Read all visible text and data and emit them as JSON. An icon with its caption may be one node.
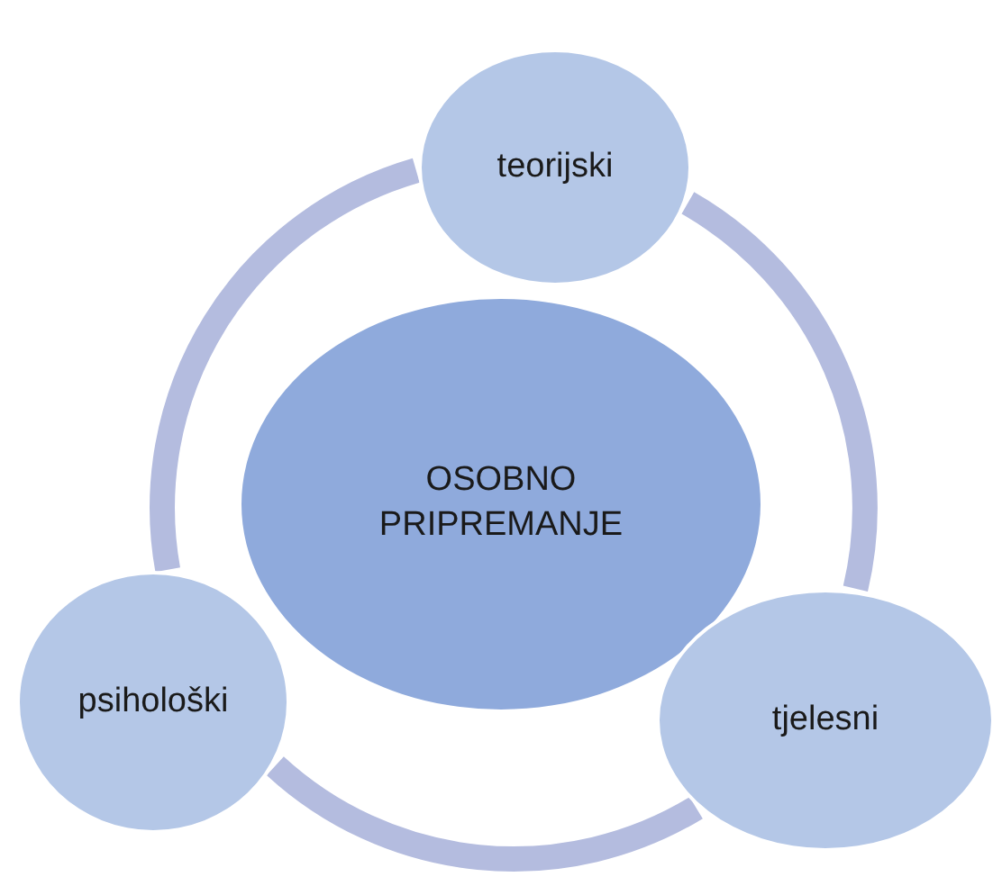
{
  "diagram": {
    "nodes": [
      {
        "text": [
          "teorijski"
        ]
      },
      {
        "text": [
          "OSOBNO PRIPREMANJE"
        ]
      },
      {
        "text": [
          "psihološki"
        ]
      },
      {
        "text": [
          "tjelesni"
        ]
      }
    ],
    "edges": [
      {
        "from": 0,
        "to": 3,
        "arrow": "none"
      },
      {
        "from": 3,
        "to": 2,
        "arrow": "none"
      },
      {
        "from": 2,
        "to": 0,
        "arrow": "none"
      }
    ]
  }
}
